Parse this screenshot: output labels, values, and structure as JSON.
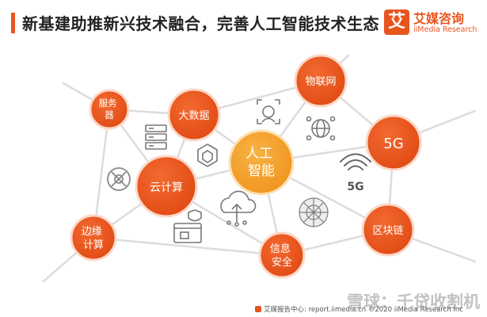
{
  "header": {
    "title": "新基建助推新兴技术融合，完善人工智能技术生态"
  },
  "logo": {
    "mark": "艾",
    "name_cn": "艾媒咨询",
    "name_en": "iiMedia Research"
  },
  "nodes": {
    "ai": "人工\n智能",
    "iot": "物联网",
    "bigdata": "大数据",
    "server": "服务\n器",
    "cloud": "云计算",
    "5g": "5G",
    "blockchain": "区块链",
    "security": "信息\n安全",
    "edge": "边缘\n计算"
  },
  "icons": {
    "5g_label": "5G"
  },
  "footer": {
    "source": "艾媒报告中心: report.iimedia.cn ©2020 iiMedia Research Inc"
  },
  "watermark": "雪球：千贷收割机",
  "colors": {
    "accent": "#e8541e",
    "center": "#f5a02a",
    "link": "#d9d9d9"
  }
}
